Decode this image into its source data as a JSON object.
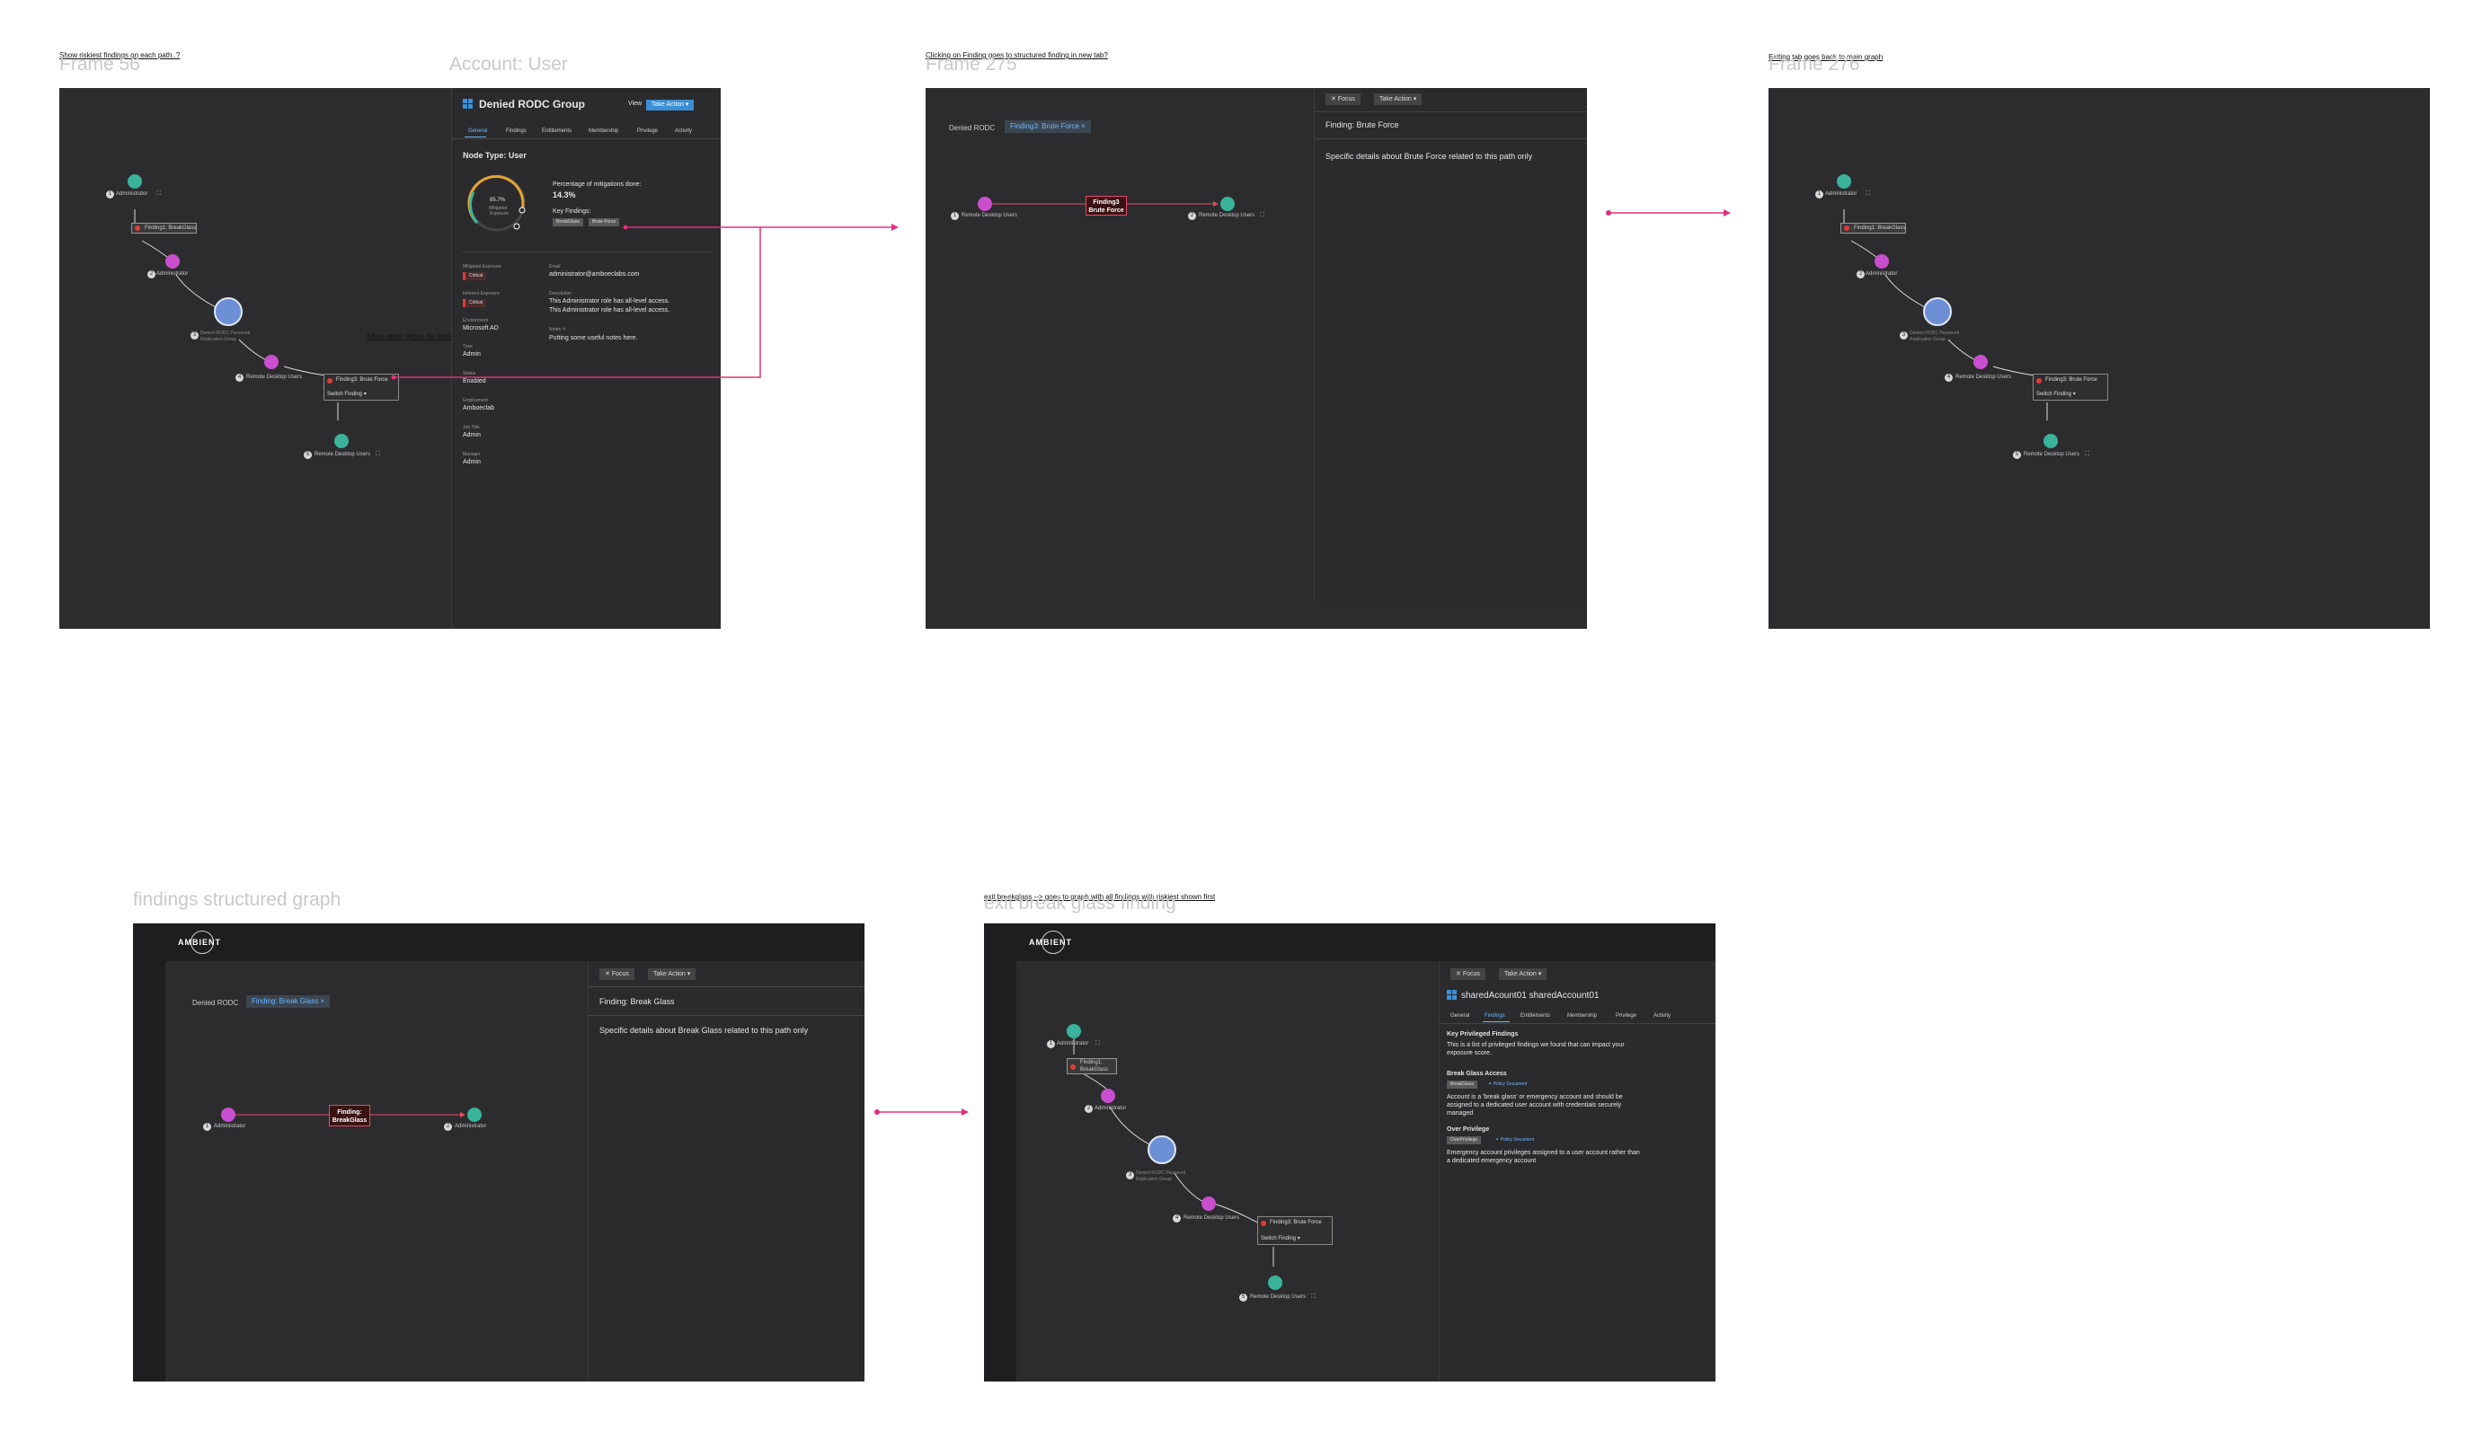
{
  "notes": {
    "n1": "Show riskiest findings on each path..?",
    "n2": "Clicking on Finding goes to structured finding in new tab?",
    "n3": "Exiting tab goes back to main graph",
    "n4": "Show other option for findings",
    "n5": "exit breakglass --> goes to graph with all findings with riskiest shown first"
  },
  "frame_labels": {
    "f56": "Frame 56",
    "account": "Account: User",
    "f275": "Frame 275",
    "f276": "Frame 276",
    "fsg": "findings structured graph",
    "ebg": "exit break glass finding"
  },
  "graph": {
    "administrator": "Administrator",
    "finding_breakglass": "Finding1: BreakGlass",
    "denied_rodc": "Denied RODC Password",
    "replication_group": "Replication Group",
    "remote_desktop_users": "Remote Desktop Users",
    "finding_brute_force": "Finding3: Brute Force",
    "switch_finding": "Switch Finding",
    "n1": "1",
    "n2": "2",
    "n3": "3",
    "n4": "4",
    "n5": "5"
  },
  "account_panel": {
    "title": "Denied RODC Group",
    "view": "View",
    "take_action": "Take Action",
    "tabs": [
      "General",
      "Findings",
      "Entitlements",
      "Membership",
      "Privilege",
      "Activity"
    ],
    "node_type": "Node Type: User",
    "gauge_value": "85.7%",
    "gauge_label1": "Mitigated",
    "gauge_label2": "Exposure",
    "pct_label": "Percentage of mitigations done:",
    "pct_value": "14.3%",
    "key_findings": "Key Findings:",
    "kf1": "BreakGlass",
    "kf2": "Brute Force",
    "mitigated_exposure": "Mitigated Exposure",
    "critical": "Critical",
    "inherent_exposure": "Inherent Exposure",
    "environment_label": "Environment",
    "environment": "Microsoft AD",
    "type_label": "Type",
    "type": "Admin",
    "status_label": "Status",
    "status": "Enabled",
    "employment_label": "Employment",
    "employment": "Amboeclab",
    "job_title_label": "Job Title",
    "job_title": "Admin",
    "manager_label": "Manager",
    "manager": "Admin",
    "email_label": "Email",
    "email": "administrator@amboeclabs.com",
    "description_label": "Description",
    "description1": "This Administrator role has all-level access.",
    "description2": "This Administrator role has all-level access.",
    "notes_label": "Notes",
    "notes": "Putting some useful notes here."
  },
  "f275": {
    "crumb1": "Denied RODC",
    "crumb_tab": "Finding3: Brute Force",
    "focus": "Focus",
    "take_action": "Take Action",
    "redbox1": "Finding3",
    "redbox2": "Brute Force",
    "finding_title": "Finding: Brute Force",
    "finding_detail": "Specific details about Brute Force related to this path only",
    "rdu": "Remote Desktop Users"
  },
  "fsg": {
    "logo": "AMBIENT",
    "crumb1": "Denied RODC",
    "crumb_tab": "Finding: Break Glass",
    "focus": "Focus",
    "take_action": "Take Action",
    "redbox1": "Finding:",
    "redbox2": "BreakGlass",
    "finding_title": "Finding: Break Glass",
    "finding_detail": "Specific details about Break Glass related to this path only",
    "admin": "Administrator"
  },
  "ebg": {
    "logo": "AMBIENT",
    "focus": "Focus",
    "take_action": "Take Action",
    "title": "sharedAcount01 sharedAccount01",
    "tabs": [
      "General",
      "Findings",
      "Entitlements",
      "Membership",
      "Privilege",
      "Activity"
    ],
    "kpf": "Key Privileged Findings",
    "kpf_desc1": "This is a list of privileged findings we found that can impact your",
    "kpf_desc2": "exposure score.",
    "bga": "Break Glass Access",
    "bga_chip": "BreakGlass",
    "policy": "Policy Document",
    "bga_d1": "Account is a 'break glass' or emergency account and should be",
    "bga_d2": "assigned to a dedicated user account with credentials securely",
    "bga_d3": "managed",
    "op": "Over Privilege",
    "op_chip": "OverPrivilege",
    "op_d1": "Emergency account privileges assigned to a user account rather than",
    "op_d2": "a dedicated emergency account"
  },
  "colors": {
    "arrow": "#e0307a",
    "frame": "#2c2c2e",
    "accent": "#3b8fd6",
    "node_teal": "#3ab39a",
    "node_pink": "#c94fcf"
  }
}
